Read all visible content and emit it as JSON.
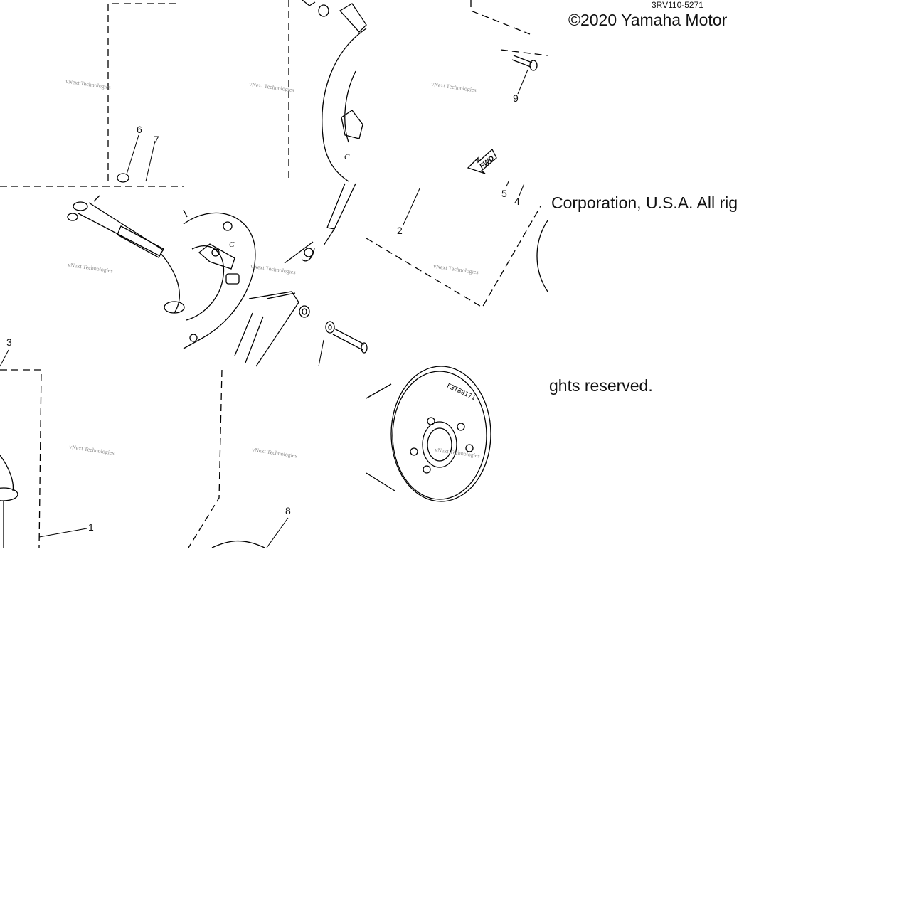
{
  "diagram": {
    "part_code": "3RV110-5271",
    "copyright": {
      "line1": "©2020 Yamaha Motor",
      "line2": "Corporation, U.S.A. All rig",
      "line3": "ghts reserved."
    },
    "callouts": [
      "1",
      "2",
      "3",
      "4",
      "5",
      "6",
      "7",
      "8",
      "9"
    ],
    "direction_label": "FWD",
    "rotor_stamp": "F3T80171",
    "plate_letter": "C",
    "watermark": "vNext Technologies"
  }
}
